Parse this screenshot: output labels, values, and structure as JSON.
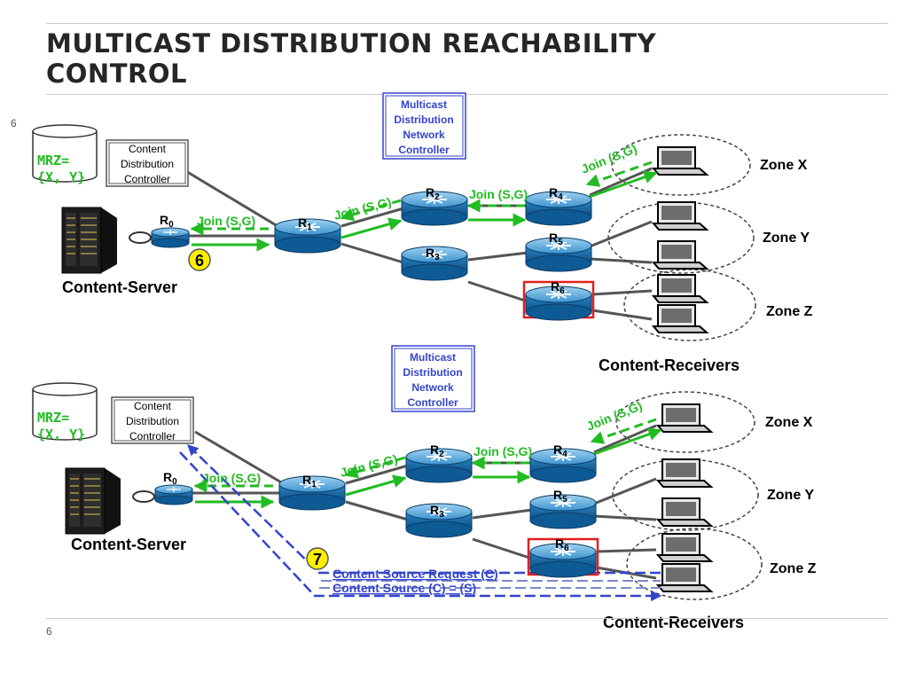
{
  "slide": {
    "title_line1": "MULTICAST DISTRIBUTION REACHABILITY",
    "title_line2": "CONTROL",
    "page_number_top": "6",
    "page_number_bottom": "6"
  },
  "colors": {
    "join_green": "#22bb22",
    "request_blue": "#3344cc",
    "router_blue": "#1f77b8",
    "line_gray": "#555555",
    "step_badge": "#ffee00"
  },
  "panels": [
    {
      "controller": [
        "Multicast",
        "Distribution",
        "Network",
        "Controller"
      ],
      "mrz": [
        "MRZ=",
        "{X, Y}"
      ],
      "content_controller": [
        "Content",
        "Distribution",
        "Controller"
      ],
      "server_label": "Content-Server",
      "router_names": {
        "r0": "R",
        "r0_sub": "0",
        "r1": "R",
        "r1_sub": "1",
        "r2": "R",
        "r2_sub": "2",
        "r3": "R",
        "r3_sub": "3",
        "r4": "R",
        "r4_sub": "4",
        "r5": "R",
        "r5_sub": "5",
        "r6": "R",
        "r6_sub": "6"
      },
      "joins": [
        "Join (S,G)",
        "Join (S,G)",
        "Join (S,G)",
        "Join (S,G)"
      ],
      "zones": [
        "Zone X",
        "Zone Y",
        "Zone Z"
      ],
      "receivers_label": "Content-Receivers",
      "step": "6"
    },
    {
      "controller": [
        "Multicast",
        "Distribution",
        "Network",
        "Controller"
      ],
      "mrz": [
        "MRZ=",
        "{X, Y}"
      ],
      "content_controller": [
        "Content",
        "Distribution",
        "Controller"
      ],
      "server_label": "Content-Server",
      "router_names": {
        "r0": "R",
        "r0_sub": "0",
        "r1": "R",
        "r1_sub": "1",
        "r2": "R",
        "r2_sub": "2",
        "r3": "R",
        "r3_sub": "3",
        "r4": "R",
        "r4_sub": "4",
        "r5": "R",
        "r5_sub": "5",
        "r6": "R",
        "r6_sub": "6"
      },
      "joins": [
        "Join (S,G)",
        "Join (S,G)",
        "Join (S,G)",
        "Join (S,G)"
      ],
      "zones": [
        "Zone X",
        "Zone Y",
        "Zone Z"
      ],
      "receivers_label": "Content-Receivers",
      "step": "7",
      "request_labels": [
        "Content Source Request (C)",
        "Content Source (C) = (S)"
      ]
    }
  ]
}
